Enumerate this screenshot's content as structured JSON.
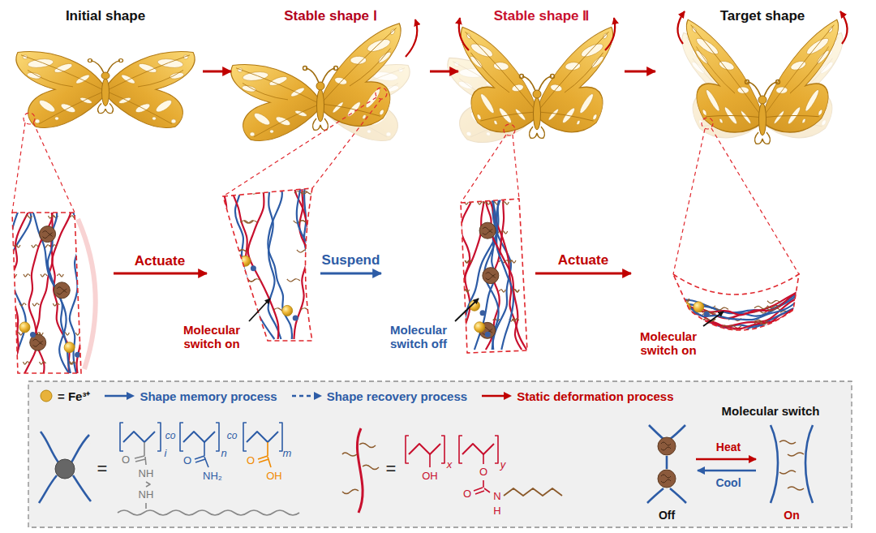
{
  "diagram": {
    "nodes": [
      {
        "text": [
          "Initial shape"
        ]
      },
      {
        "text": [
          "Stable shape Ⅰ"
        ]
      },
      {
        "text": [
          "Stable shape Ⅱ"
        ]
      },
      {
        "text": [
          "Target shape"
        ]
      },
      {
        "text": [
          "Molecular switch on"
        ]
      },
      {
        "text": [
          "Molecular switch off"
        ]
      },
      {
        "text": [
          "Molecular switch on"
        ]
      }
    ],
    "edges": [
      {
        "from": 0,
        "to": 1,
        "arrow": "to"
      },
      {
        "from": 1,
        "to": 2,
        "arrow": "to"
      },
      {
        "from": 2,
        "to": 3,
        "arrow": "to"
      },
      {
        "from": 4,
        "to": 5,
        "label": "Suspend",
        "arrow": "to"
      },
      {
        "from": 5,
        "to": 6,
        "label": "Actuate",
        "arrow": "to"
      }
    ],
    "labels": [
      "Actuate",
      "i",
      "co",
      "n",
      "co",
      "m",
      "O",
      "NH",
      "NH",
      "O",
      "NH₂",
      "O",
      "OH",
      "=",
      "=",
      "x",
      "y",
      "OH",
      "O",
      "O",
      "N",
      "H",
      "Molecular switch",
      "Heat",
      "Cool",
      "Off",
      "On"
    ],
    "legend": [
      {
        "text": "= Fe³⁺",
        "color": "#e8b23a"
      },
      {
        "text": "Shape memory process"
      },
      {
        "text": "Shape recovery process"
      },
      {
        "text": "Static deformation process"
      }
    ]
  }
}
